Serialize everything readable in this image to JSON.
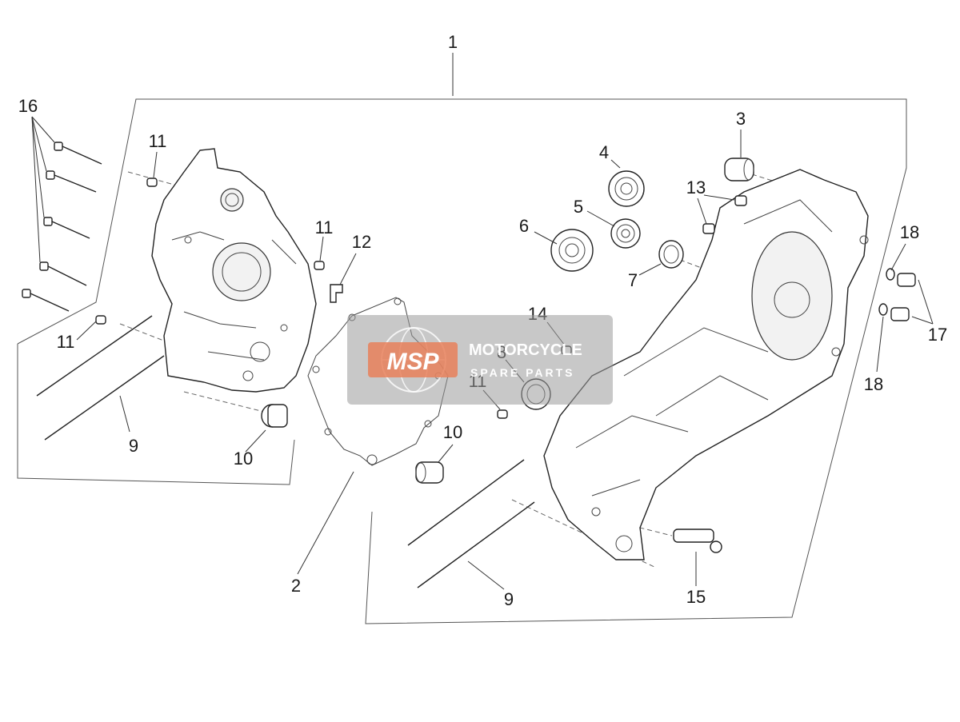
{
  "diagram": {
    "callouts": [
      {
        "id": "c1",
        "text": "1"
      },
      {
        "id": "c2",
        "text": "2"
      },
      {
        "id": "c3",
        "text": "3"
      },
      {
        "id": "c4",
        "text": "4"
      },
      {
        "id": "c5",
        "text": "5"
      },
      {
        "id": "c6",
        "text": "6"
      },
      {
        "id": "c7",
        "text": "7"
      },
      {
        "id": "c8",
        "text": "8"
      },
      {
        "id": "c9a",
        "text": "9"
      },
      {
        "id": "c9b",
        "text": "9"
      },
      {
        "id": "c10a",
        "text": "10"
      },
      {
        "id": "c10b",
        "text": "10"
      },
      {
        "id": "c11a",
        "text": "11"
      },
      {
        "id": "c11b",
        "text": "11"
      },
      {
        "id": "c11c",
        "text": "11"
      },
      {
        "id": "c11d",
        "text": "11"
      },
      {
        "id": "c12",
        "text": "12"
      },
      {
        "id": "c13",
        "text": "13"
      },
      {
        "id": "c14",
        "text": "14"
      },
      {
        "id": "c15",
        "text": "15"
      },
      {
        "id": "c16",
        "text": "16"
      },
      {
        "id": "c17",
        "text": "17"
      },
      {
        "id": "c18a",
        "text": "18"
      },
      {
        "id": "c18b",
        "text": "18"
      }
    ]
  },
  "watermark": {
    "logo_text": "MSP",
    "line1": "MOTORCYCLE",
    "line2": "SPARE PARTS"
  }
}
